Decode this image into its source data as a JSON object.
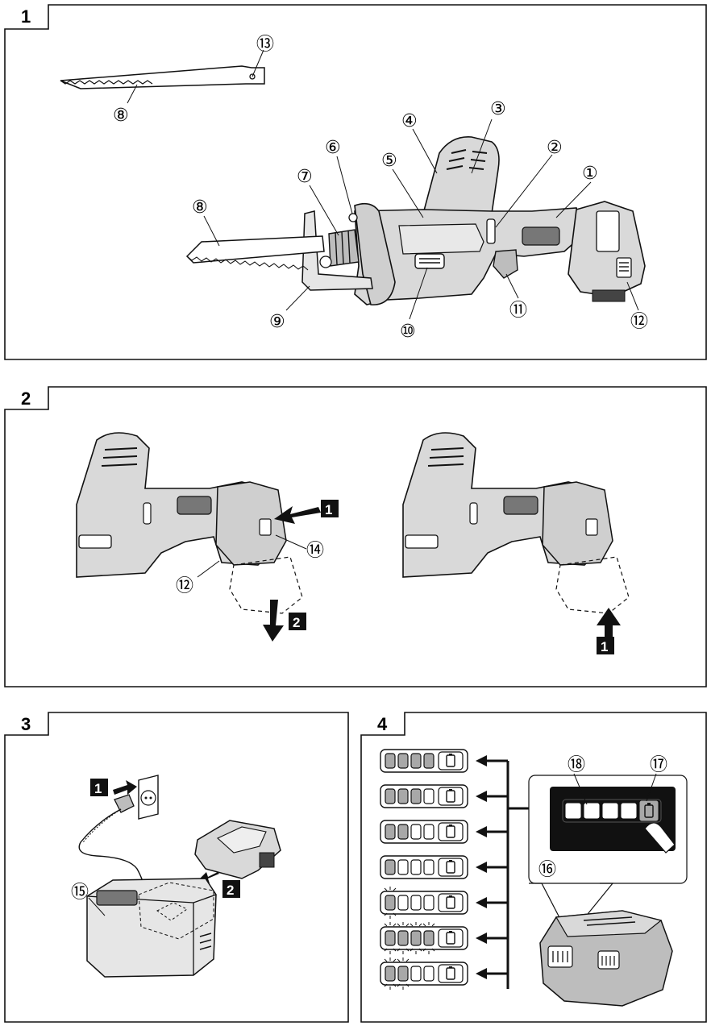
{
  "panels": [
    {
      "number": "1"
    },
    {
      "number": "2"
    },
    {
      "number": "3"
    },
    {
      "number": "4"
    }
  ],
  "callouts": {
    "p1": [
      "⑬",
      "⑧",
      "③",
      "④",
      "②",
      "⑥",
      "⑤",
      "①",
      "⑦",
      "⑧",
      "⑨",
      "⑩",
      "⑪",
      "⑫"
    ],
    "p2": [
      "⑭",
      "⑫"
    ],
    "p3": [
      "⑮"
    ],
    "p4": [
      "⑱",
      "⑰",
      "⑯"
    ]
  },
  "step_markers": {
    "p2_release": "1",
    "p2_remove": "2",
    "p2_insert": "1",
    "p3_plug": "1",
    "p3_battery": "2"
  },
  "battery_levels": [
    {
      "filled": 4,
      "blink": false
    },
    {
      "filled": 3,
      "blink": false
    },
    {
      "filled": 2,
      "blink": false
    },
    {
      "filled": 1,
      "blink": false
    },
    {
      "filled": 1,
      "blink": true
    },
    {
      "filled": 4,
      "blink": true
    },
    {
      "filled": 2,
      "blink": true
    }
  ],
  "colors": {
    "line": "#111111",
    "tool_fill": "#d9d9d9",
    "tool_dark": "#9a9a9a",
    "display_bg": "#111111",
    "segment_fill": "#a8a8a8"
  }
}
